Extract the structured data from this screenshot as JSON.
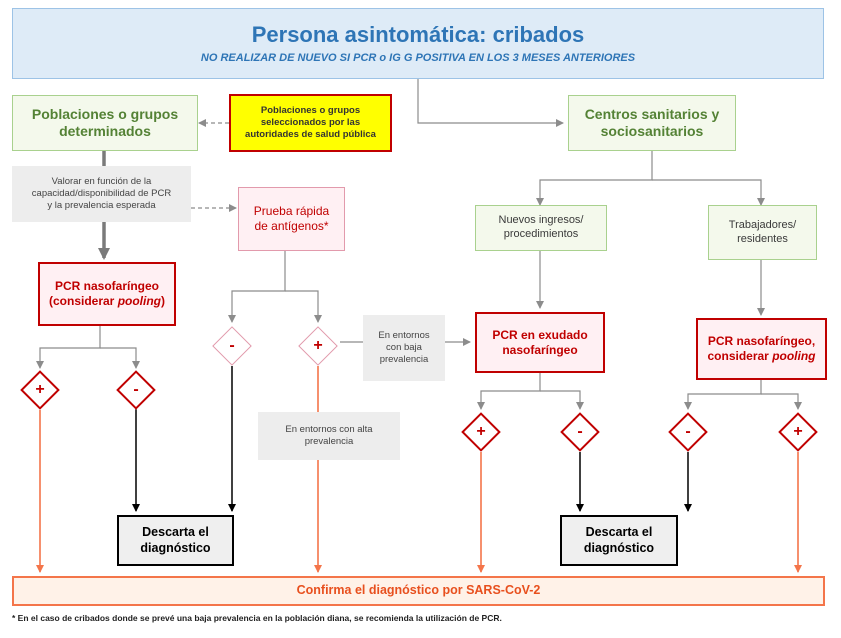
{
  "title": {
    "main": "Persona asintomática: cribados",
    "subtitle": "NO REALIZAR DE NUEVO SI PCR o IG G POSITIVA EN LOS 3 MESES ANTERIORES"
  },
  "left": {
    "group": [
      "Poblaciones o grupos",
      "determinados"
    ],
    "assess": [
      "Valorar en función de la",
      "capacidad/disponibilidad de PCR",
      "y la prevalencia esperada"
    ],
    "pcr": [
      "PCR nasofaríngeo",
      "(considerar ",
      "pooling",
      ")"
    ],
    "rapid": [
      "Prueba rápida",
      "de antígenos*"
    ],
    "plus": "+",
    "minus": "-"
  },
  "center": {
    "selected": [
      "Poblaciones o grupos",
      "seleccionados por las",
      "autoridades de salud pública"
    ],
    "low_prev": [
      "En entornos",
      "con baja",
      "prevalencia"
    ],
    "high_prev": [
      "En entornos con alta",
      "prevalencia"
    ]
  },
  "right": {
    "centers": [
      "Centros sanitarios y",
      "sociosanitarios"
    ],
    "new": [
      "Nuevos ingresos/",
      "procedimientos"
    ],
    "workers": [
      "Trabajadores/",
      "residentes"
    ],
    "pcr_exudate": [
      "PCR en exudado",
      "nasofaríngeo"
    ],
    "pcr_naso": [
      "PCR nasofaríngeo,",
      "considerar ",
      "pooling"
    ]
  },
  "outcomes": {
    "discard": [
      "Descarta el",
      "diagnóstico"
    ],
    "confirm": "Confirma el diagnóstico por SARS-CoV-2"
  },
  "footnote": "* En el caso de cribados donde se prevé una baja prevalencia en la población diana, se recomienda la utilización de PCR.",
  "colors": {
    "title_blue": "#2e75b6",
    "green": "#548235",
    "red": "#c00000",
    "orange": "#f4754a",
    "yellow": "#ffff00"
  }
}
